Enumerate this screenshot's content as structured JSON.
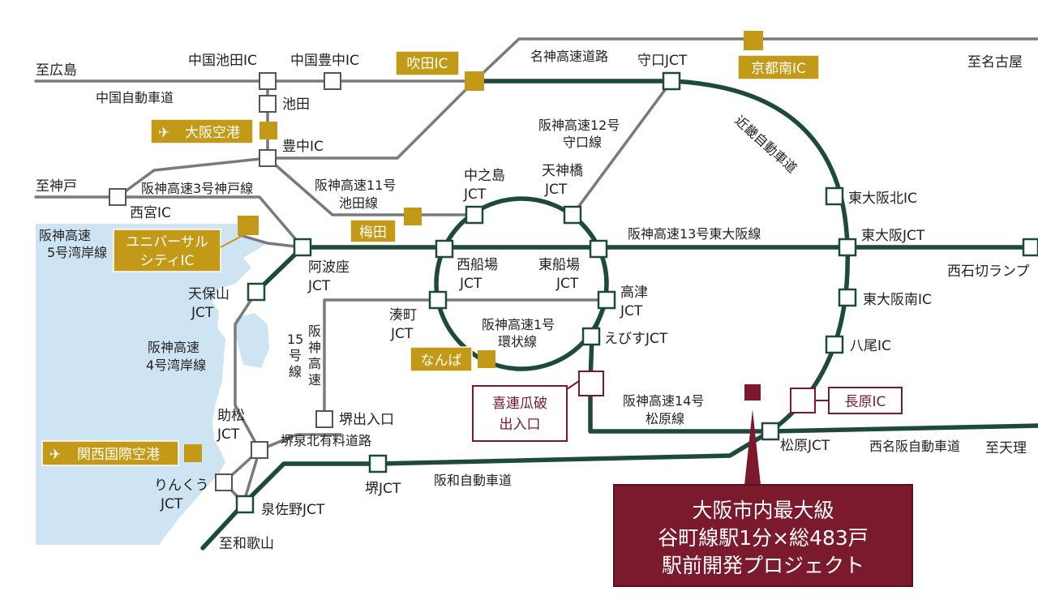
{
  "colors": {
    "expressway": "#1d4a3a",
    "other_road": "#7a7a7a",
    "sea": "#cfe4f2",
    "gold": "#c29a18",
    "accent_red": "#7b1a2c"
  },
  "icons": {
    "airport": "airplane-icon"
  },
  "routes": {
    "chugoku": "中国自動車道",
    "meishin": "名神高速道路",
    "kinki": "近畿自動車道",
    "hanshin12": [
      "阪神高速12号",
      "守口線"
    ],
    "hanshin11": [
      "阪神高速11号",
      "池田線"
    ],
    "hanshin3": "阪神高速3号神戸線",
    "hanshin5": [
      "阪神高速",
      "5号湾岸線"
    ],
    "hanshin13": "阪神高速13号東大阪線",
    "hanshin1": [
      "阪神高速1号",
      "環状線"
    ],
    "hanshin15": [
      "阪",
      "神",
      "高",
      "速",
      "15",
      "号",
      "線"
    ],
    "hanshin4": [
      "阪神高速",
      "4号湾岸線"
    ],
    "hanshin14": [
      "阪神高速14号",
      "松原線"
    ],
    "nishimeihan": "西名阪自動車道",
    "hanwa": "阪和自動車道",
    "sakaisenboku": "堺泉北有料道路"
  },
  "destinations": {
    "hiroshima": "至広島",
    "kobe": "至神戸",
    "nagoya": "至名古屋",
    "tenri": "至天理",
    "wakayama": "至和歌山"
  },
  "nodes": {
    "chugoku_ikeda": "中国池田IC",
    "chugoku_toyonaka": "中国豊中IC",
    "ikeda": "池田",
    "toyonaka_ic": "豊中IC",
    "moriguchi_jct": "守口JCT",
    "nishinomiya_ic": "西宮IC",
    "nakanoshima_jct": [
      "中之島",
      "JCT"
    ],
    "tenjinbashi_jct": [
      "天神橋",
      "JCT"
    ],
    "higashiosaka_kita": "東大阪北IC",
    "higashiosaka_jct": "東大阪JCT",
    "nishiishikiri": "西石切ランプ",
    "awaza_jct": [
      "阿波座",
      "JCT"
    ],
    "nishisenba_jct": [
      "西船場",
      "JCT"
    ],
    "higashisenba_jct": [
      "東船場",
      "JCT"
    ],
    "tempozan_jct": [
      "天保山",
      "JCT"
    ],
    "minatomachi_jct": [
      "湊町",
      "JCT"
    ],
    "kozu_jct": [
      "高津",
      "JCT"
    ],
    "higashiosaka_minami": "東大阪南IC",
    "ebisu_jct": "えびすJCT",
    "yao_ic": "八尾IC",
    "sakaide": "堺出入口",
    "sukematsu_jct": [
      "助松",
      "JCT"
    ],
    "matsubara_jct": "松原JCT",
    "rinku_jct": [
      "りんくう",
      "JCT"
    ],
    "sakai_jct": "堺JCT",
    "izumisano_jct": "泉佐野JCT"
  },
  "highlights": {
    "suita_ic": "吹田IC",
    "kyoto_minami_ic": "京都南IC",
    "osaka_airport": "大阪空港",
    "umeda": "梅田",
    "usj_ic": [
      "ユニバーサル",
      "シティIC"
    ],
    "namba": "なんば",
    "kansai_airport": "関西国際空港",
    "kireuriwari": [
      "喜連瓜破",
      "出入口"
    ],
    "nagahara_ic": "長原IC"
  },
  "callout": {
    "lines": [
      "大阪市内最大級",
      "谷町線駅1分×総483戸",
      "駅前開発プロジェクト"
    ]
  }
}
